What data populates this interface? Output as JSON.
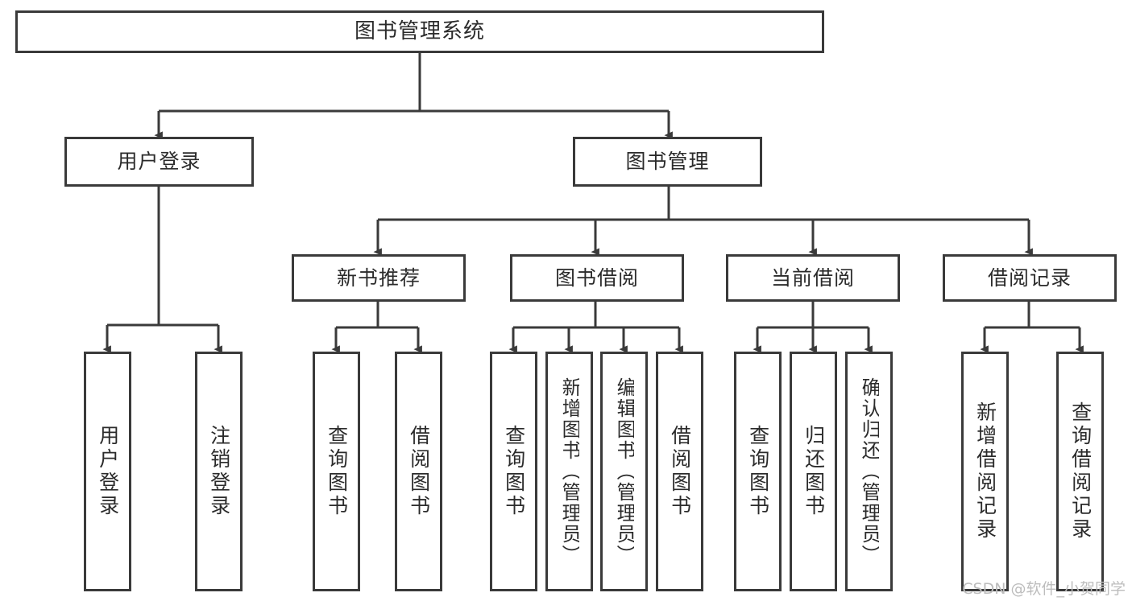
{
  "diagram": {
    "type": "tree-hierarchy",
    "title": "图书管理系统",
    "orientation": "top-down",
    "colors": {
      "box_border": "#3a3a3a",
      "box_fill": "#ffffff",
      "connector": "#3a3a3a",
      "text": "#2b2b2b",
      "watermark": "#bdbdbd",
      "background": "#ffffff"
    },
    "root": {
      "label": "图书管理系统"
    },
    "level2": [
      {
        "label": "用户登录"
      },
      {
        "label": "图书管理"
      }
    ],
    "level3": [
      {
        "label": "新书推荐"
      },
      {
        "label": "图书借阅"
      },
      {
        "label": "当前借阅"
      },
      {
        "label": "借阅记录"
      }
    ],
    "leaves": {
      "user_login": [
        {
          "label": "用户登录"
        },
        {
          "label": "注销登录"
        }
      ],
      "new_book_recommend": [
        {
          "label": "查询图书"
        },
        {
          "label": "借阅图书"
        }
      ],
      "book_borrow": [
        {
          "label": "查询图书"
        },
        {
          "label": "新增图书（管理员）"
        },
        {
          "label": "编辑图书（管理员）"
        },
        {
          "label": "借阅图书"
        }
      ],
      "current_borrow": [
        {
          "label": "查询图书"
        },
        {
          "label": "归还图书"
        },
        {
          "label": "确认归还（管理员）"
        }
      ],
      "borrow_record": [
        {
          "label": "新增借阅记录"
        },
        {
          "label": "查询借阅记录"
        }
      ]
    }
  },
  "watermark": {
    "text": "CSDN @软件_小贺同学"
  }
}
